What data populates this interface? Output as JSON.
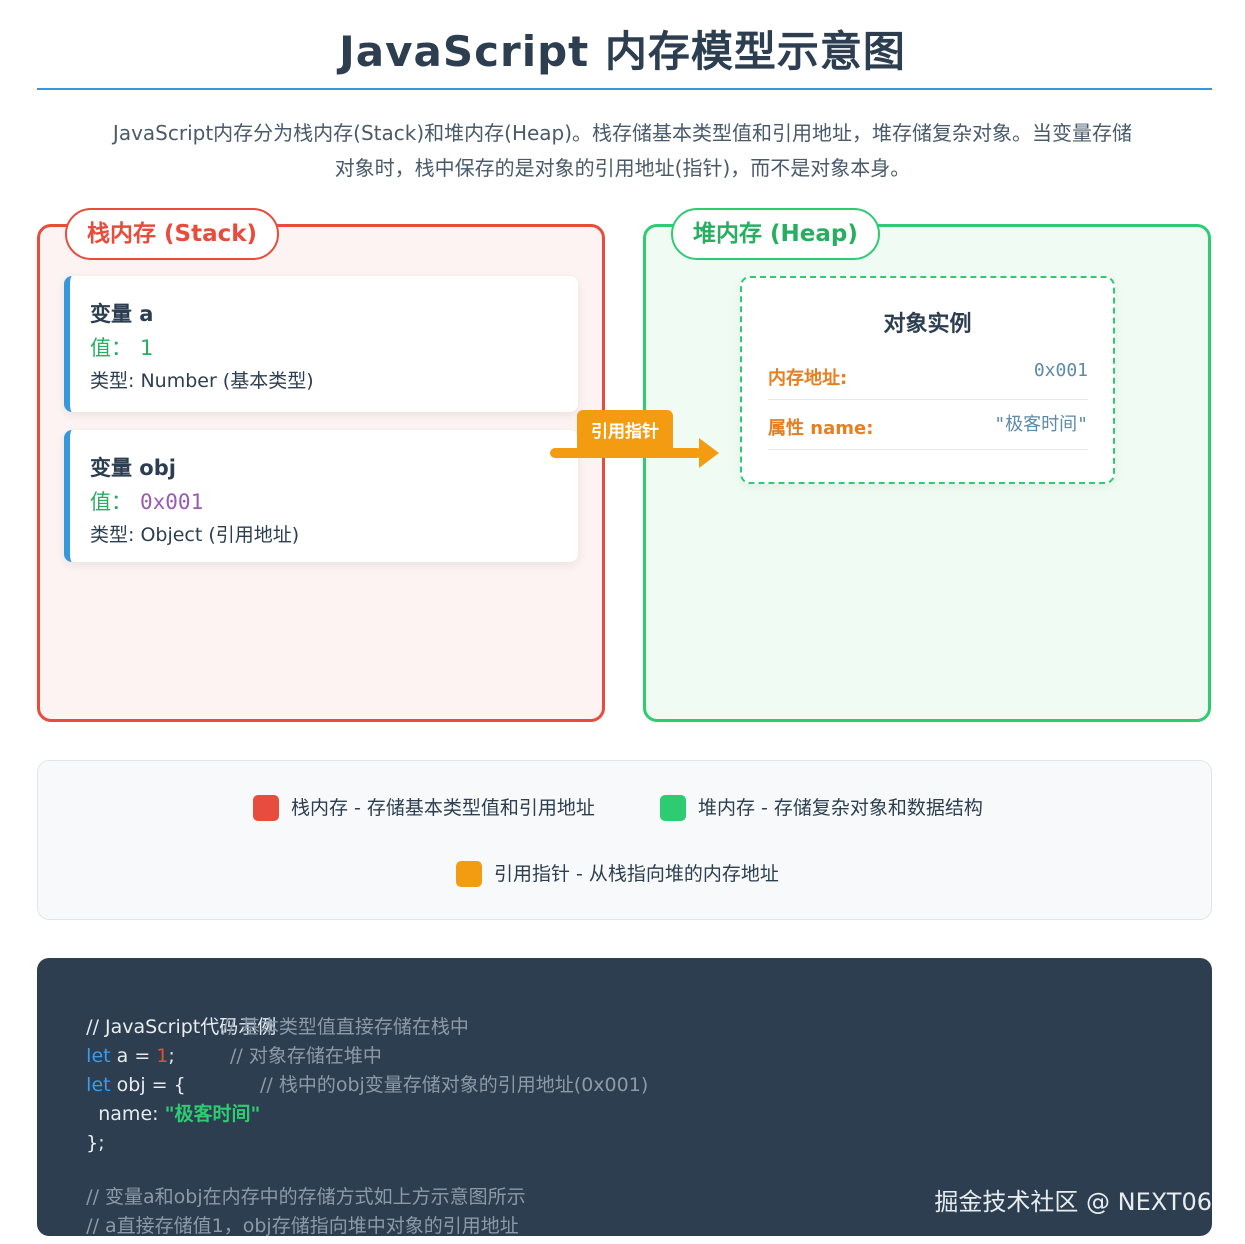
{
  "title": "JavaScript 内存模型示意图",
  "description": "JavaScript内存分为栈内存(Stack)和堆内存(Heap)。栈存储基本类型值和引用地址，堆存储复杂对象。当变量存储对象时，栈中保存的是对象的引用地址(指针)，而不是对象本身。",
  "stack": {
    "label": "栈内存 (Stack)",
    "variables": [
      {
        "name": "变量 a",
        "value_label": "值：",
        "value": "1",
        "type": "类型: Number (基本类型)"
      },
      {
        "name": "变量 obj",
        "value_label": "值：",
        "value": "0x001",
        "type": "类型: Object (引用地址)"
      }
    ]
  },
  "pointer": {
    "label": "引用指针"
  },
  "heap": {
    "label": "堆内存 (Heap)",
    "object": {
      "title": "对象实例",
      "rows": [
        {
          "key": "内存地址:",
          "value": "0x001"
        },
        {
          "key": "属性 name:",
          "value": "\"极客时间\""
        }
      ]
    }
  },
  "legend": [
    {
      "text": "栈内存 - 存储基本类型值和引用地址",
      "color": "#e74c3c"
    },
    {
      "text": "堆内存 - 存储复杂对象和数据结构",
      "color": "#2ecc71"
    },
    {
      "text": "引用指针 - 从栈指向堆的内存地址",
      "color": "#f39c12"
    }
  ],
  "code": {
    "header_comment": "// JavaScript代码示例",
    "line1": {
      "keyword": "let",
      "text": " a = ",
      "number": "1",
      "end": ";",
      "comment": "// 基本类型值直接存储在栈中"
    },
    "line2": {
      "keyword": "let",
      "text": " obj = {",
      "comment": "// 对象存储在堆中"
    },
    "line3": {
      "text": "  name: ",
      "string": "\"极客时间\"",
      "comment": "// 栈中的obj变量存储对象的引用地址(0x001)"
    },
    "line4": "};",
    "footer_comment_1": "// 变量a和obj在内存中的存储方式如上方示意图所示",
    "footer_comment_2": "// a直接存储值1，obj存储指向堆中对象的引用地址"
  },
  "watermark": "掘金技术社区 @ NEXT06"
}
